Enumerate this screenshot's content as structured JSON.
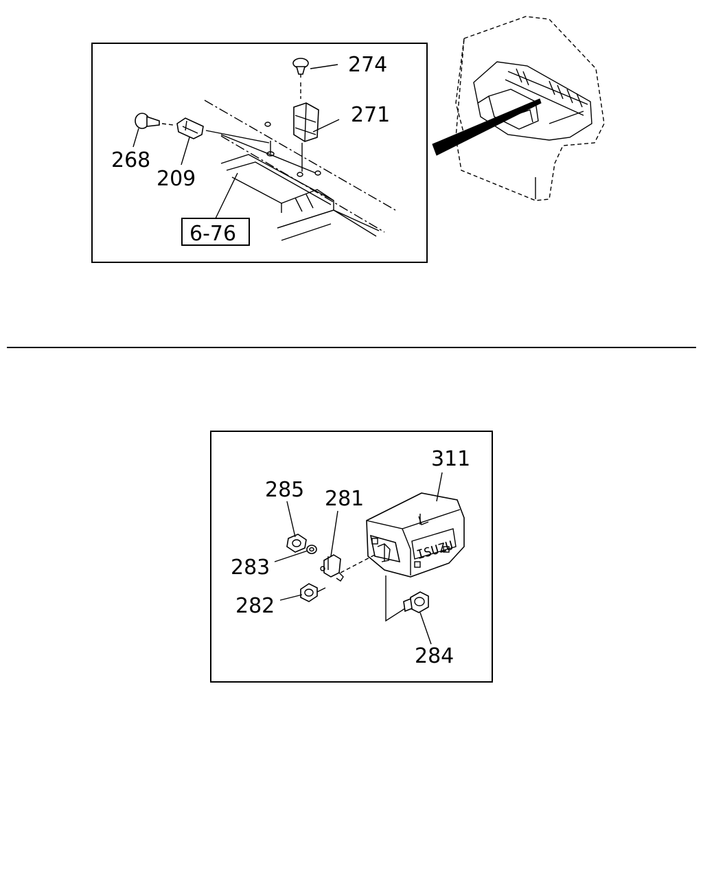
{
  "figure_top": {
    "callouts": {
      "p274": "274",
      "p271": "271",
      "p268": "268",
      "p209": "209",
      "ref": "6-76"
    }
  },
  "figure_bottom": {
    "callouts": {
      "p311": "311",
      "p285": "285",
      "p281": "281",
      "p283": "283",
      "p282": "282",
      "p284": "284"
    },
    "housing_text": "ISUZU"
  }
}
